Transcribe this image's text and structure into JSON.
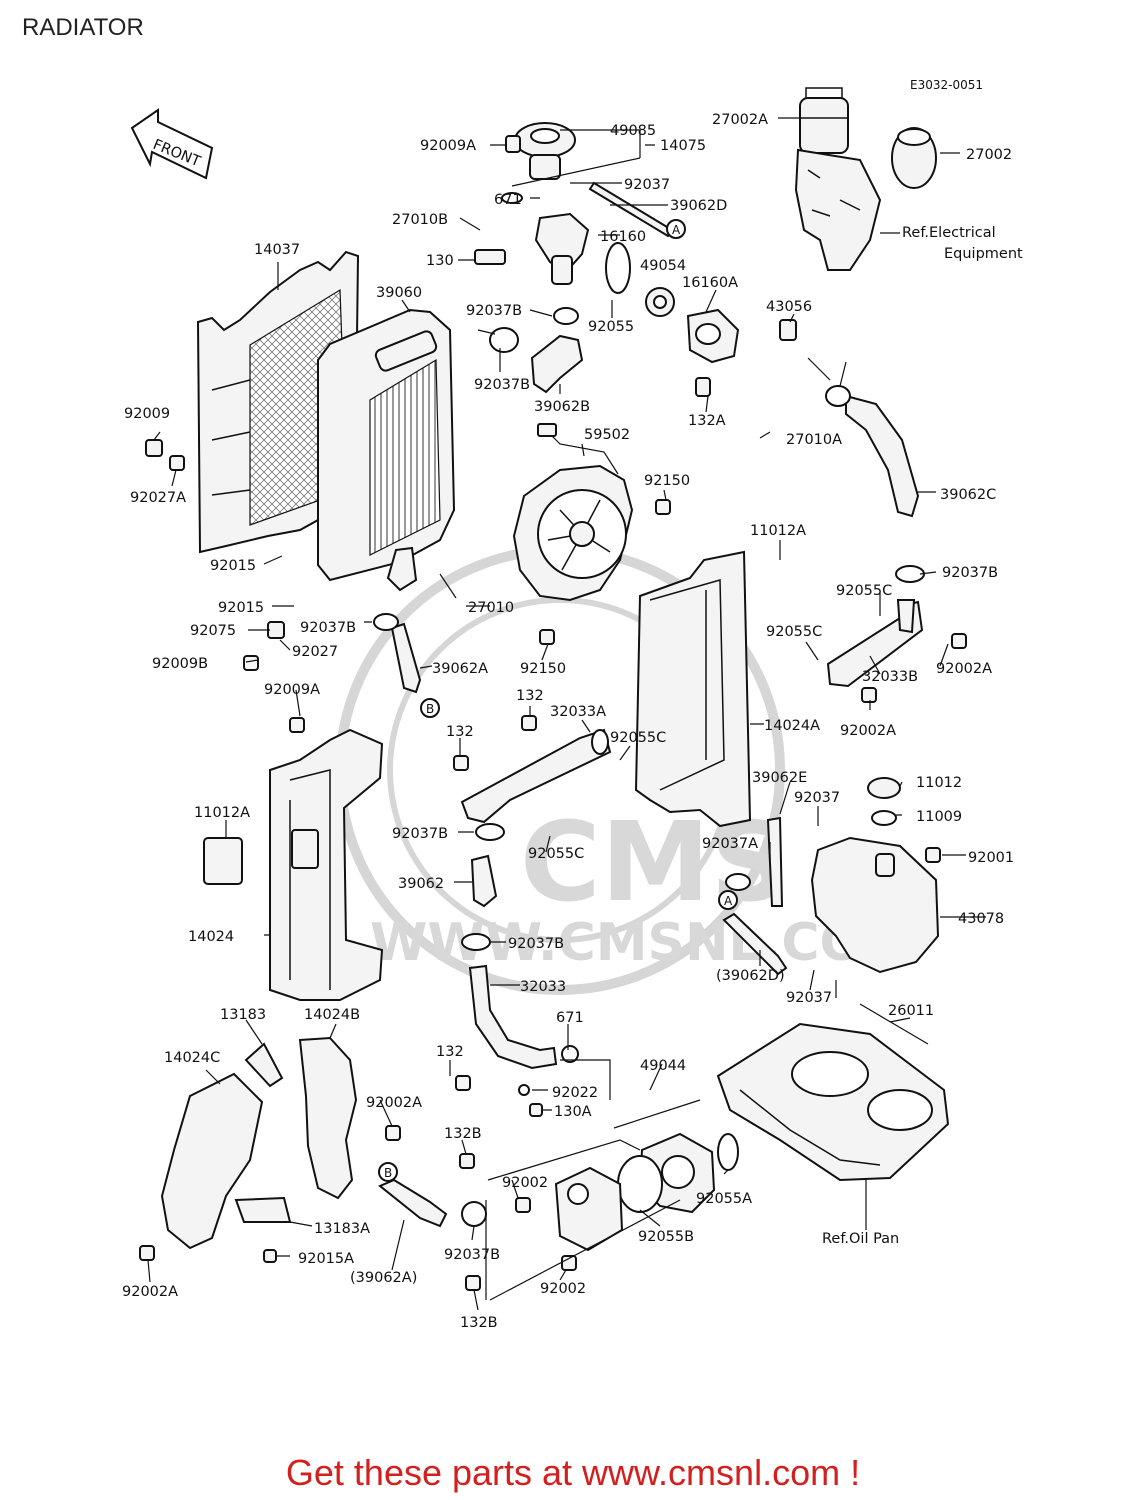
{
  "title": "RADIATOR",
  "drawing_code": "E3032-0051",
  "front_arrow_label": "FRONT",
  "footer_text": "Get these parts at www.cmsnl.com !",
  "watermark": {
    "text_big": "CMS",
    "text_url": "WWW.CMSNL.COM"
  },
  "callouts": {
    "A": "A",
    "B": "B"
  },
  "labels": [
    "27002A",
    "27002",
    "Ref.Electrical",
    "Equipment",
    "92009A",
    "49085",
    "14075",
    "92037",
    "671",
    "39062D",
    "27010B",
    "16160",
    "130",
    "14037",
    "39060",
    "92037B",
    "49054",
    "16160A",
    "43056",
    "92055",
    "39062B",
    "92037B",
    "132A",
    "27010A",
    "92009",
    "92027A",
    "59502",
    "92150",
    "39062C",
    "92015",
    "11012A",
    "92037B",
    "92055C",
    "92015",
    "27010",
    "92037B",
    "92075",
    "92027",
    "92009B",
    "39062A",
    "92150",
    "92055C",
    "92002A",
    "32033B",
    "92009A",
    "132",
    "32033A",
    "92002A",
    "132",
    "92055C",
    "14024A",
    "11012A",
    "39062E",
    "92037",
    "11012",
    "11009",
    "92037B",
    "92055C",
    "92037A",
    "92001",
    "39062",
    "14024",
    "92037B",
    "43078",
    "(39062D)",
    "32033",
    "92037",
    "13183",
    "14024B",
    "26011",
    "671",
    "14024C",
    "132",
    "49044",
    "92022",
    "92002A",
    "130A",
    "132B",
    "92002",
    "92055A",
    "13183A",
    "92055B",
    "Ref.Oil Pan",
    "92015A",
    "92037B",
    "(39062A)",
    "92002",
    "92002A",
    "132B"
  ]
}
